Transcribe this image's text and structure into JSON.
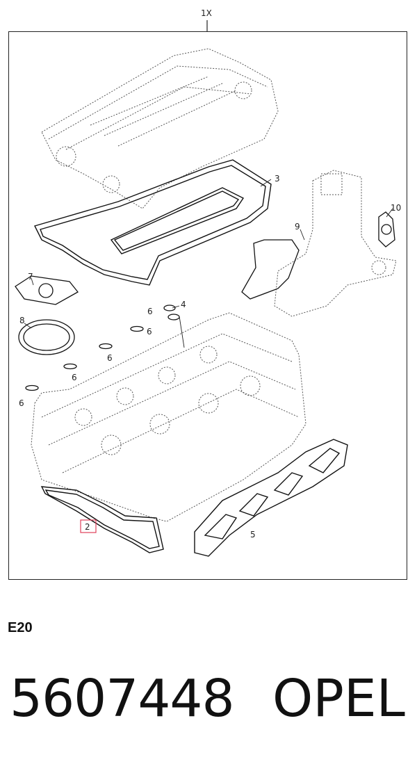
{
  "diagram": {
    "assembly_label": "1X",
    "callouts": {
      "c2": "2",
      "c3": "3",
      "c4": "4",
      "c5": "5",
      "c6a": "6",
      "c6b": "6",
      "c6c": "6",
      "c6d": "6",
      "c6e": "6",
      "c7": "7",
      "c8": "8",
      "c9": "9",
      "c10": "10"
    },
    "highlight_color": "#e0405a"
  },
  "engine_code": "E20",
  "part_number": "5607448",
  "brand": "OPEL"
}
